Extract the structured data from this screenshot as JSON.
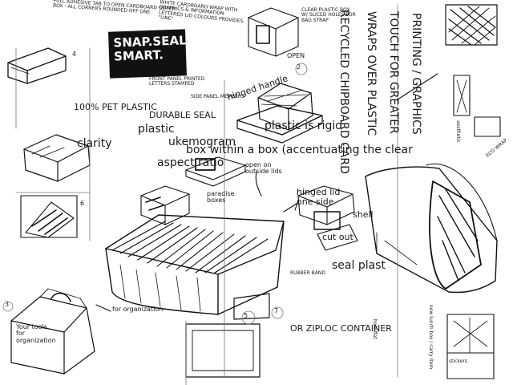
{
  "logo": {
    "line1": "SNAP.SEAL.",
    "line2": "SMART."
  },
  "notes": {
    "pull_tab": "PULL ADHESIVE TAB TO OPEN CARDBOARD OUTER BOX - ALL CORNERS ROUNDED OFF ONE",
    "white_wrap": "WHITE CARDBOARD WRAP WITH GRAPHICS & INFORMATION LETTERED LID COLOURS PROVIDES \"LINE\"",
    "clear_box": "CLEAR PLASTIC BOX W/ SLICED HOLES FOR BAG STRAP",
    "front_panel": "FRONT PANEL PRINTED LETTERS STAMPED",
    "side_panel": "SIDE PANEL MEMBERS",
    "pct_plastic": "100% PET PLASTIC",
    "durable": "DURABLE SEAL",
    "hinged_handle": "hinged handle",
    "open": "OPEN",
    "plastic_rigid": "plastic is rigid",
    "box_within": "box within a box (accentuating the clear",
    "recycled_card": "RECYCLED CHIPBOARD CARD",
    "wraps_over": "WRAPS OVER PLASTIC",
    "touch": "TOUCH FOR GREATER",
    "printing": "PRINTING / GRAPHICS",
    "plastic_front": "plastic",
    "ukemogram": "ukemogram",
    "aspect_ratio": "aspect ratio",
    "clarity": "clarity",
    "open_on_sides": "open on outside lids",
    "clamp_lid": "hinged lid one side",
    "shell": "shell",
    "cut_out": "cut out",
    "seal_plast": "seal plast",
    "rubber_band": "RUBBER BAND",
    "paradise_box": "paradise boxes",
    "your_tools": "Your tools for organization",
    "for_org": "for organization",
    "ziplock": "OR ZIPLOC CONTAINER",
    "eco_wrap": "ECO WRAP",
    "stickers": "stickers",
    "right_label": "aesthetic",
    "new_lunch": "new lunch box / carry item",
    "hold_flat": "hold flat"
  },
  "numbers": {
    "n3": "3",
    "n4": "4",
    "n5": "5",
    "n6": "6",
    "n7": "7",
    "n2": "2"
  }
}
